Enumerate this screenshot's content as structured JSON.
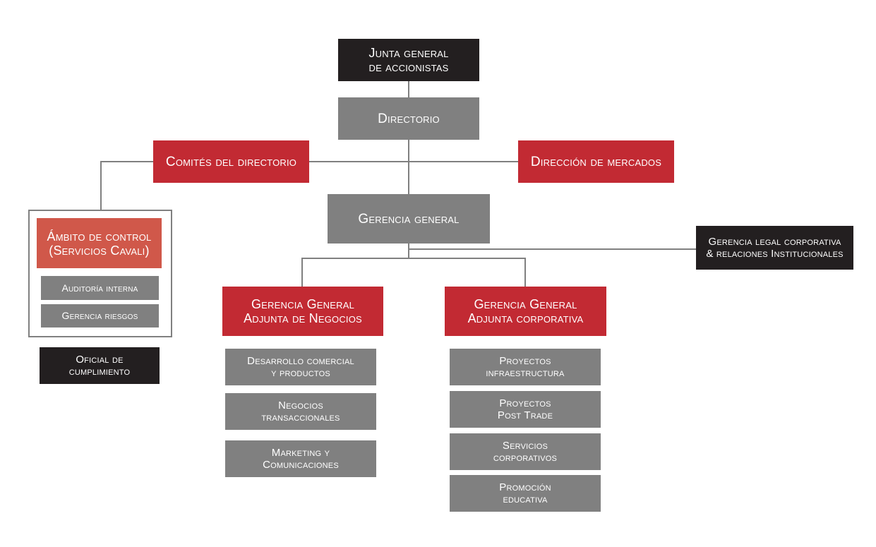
{
  "nodes": {
    "junta": "Junta general\nde accionistas",
    "directorio": "Directorio",
    "comites": "Comités del directorio",
    "direccion_mercados": "Dirección de mercados",
    "gerencia_general": "Gerencia general",
    "gerencia_legal": "Gerencia legal corporativa\n& relaciones Institucionales",
    "ambito_control": "Ámbito de control\n(Servicios Cavali)",
    "auditoria_interna": "Auditoría interna",
    "gerencia_riesgos": "Gerencia riesgos",
    "oficial_cumplimiento": "Oficial de\ncumplimiento",
    "gg_adjunta_negocios": "Gerencia General\nAdjunta de Negocios",
    "gg_adjunta_corporativa": "Gerencia General\nAdjunta corporativa",
    "desarrollo_comercial": "Desarrollo comercial\ny productos",
    "negocios_transaccionales": "Negocios\ntransaccionales",
    "marketing": "Marketing y\nComunicaciones",
    "proyectos_infraestructura": "Proyectos\ninfraestructura",
    "proyectos_post_trade": "Proyectos\nPost Trade",
    "servicios_corporativos": "Servicios\ncorporativos",
    "promocion_educativa": "Promoción\neducativa"
  },
  "colors": {
    "dark": "#231f20",
    "gray": "#808080",
    "red": "#c22a33",
    "salmon": "#d0584a",
    "connector": "#808080"
  }
}
